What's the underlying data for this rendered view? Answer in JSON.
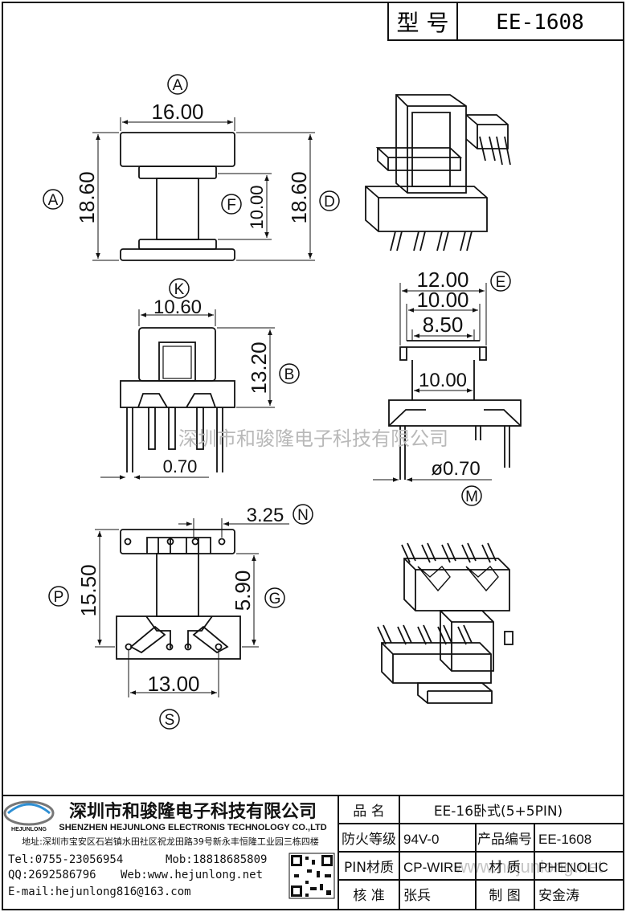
{
  "header": {
    "model_label": "型 号",
    "model_value": "EE-1608"
  },
  "watermark": {
    "company": "深圳市和骏隆电子科技有限公司",
    "site": "www.hejunlong.net"
  },
  "views": {
    "front": {
      "letter_a_top": "A",
      "letter_a_left": "A",
      "letter_f": "F",
      "letter_d": "D",
      "dim_top": "16.00",
      "dim_left": "18.60",
      "dim_inner": "10.00",
      "dim_right": "18.60"
    },
    "side": {
      "letter_k": "K",
      "letter_b": "B",
      "dim_top": "10.60",
      "dim_right": "13.20",
      "dim_bottom": "0.70"
    },
    "end": {
      "letter_e": "E",
      "letter_m": "M",
      "dim_1": "12.00",
      "dim_2": "10.00",
      "dim_3": "8.50",
      "dim_4": "10.00",
      "dim_bottom": "ø0.70"
    },
    "bottom": {
      "letter_n": "N",
      "letter_p": "P",
      "letter_g": "G",
      "letter_s": "S",
      "dim_top": "3.25",
      "dim_left": "15.50",
      "dim_right": "5.90",
      "dim_bottom": "13.00"
    }
  },
  "title_block": {
    "logo_text": "HEJUNLONG",
    "company_cn": "深圳市和骏隆电子科技有限公司",
    "company_en": "SHENZHEN HEJUNLONG ELECTRONIS TECHNOLOGY CO.,LTD",
    "address": "地址:深圳市宝安区石岩镇水田社区祝龙田路39号新永丰恒隆工业园三栋四楼",
    "tel": "Tel:0755-23056954",
    "mob": "Mob:18818685809",
    "qq": "QQ:2692586796",
    "web": "Web:www.hejunlong.net",
    "email": "E-mail:hejunlong816@163.com",
    "rows": [
      {
        "label": "品 名",
        "value": "EE-16卧式(5+5PIN)"
      },
      {
        "label": "防火等级",
        "value": "94V-0",
        "label2": "产品编号",
        "value2": "EE-1608"
      },
      {
        "label": "PIN材质",
        "value": "CP-WIRE",
        "label2": "材 质",
        "value2": "PHENOLIC"
      },
      {
        "label": "核 准",
        "value": "张兵",
        "label2": "制 图",
        "value2": "安金涛"
      }
    ]
  }
}
